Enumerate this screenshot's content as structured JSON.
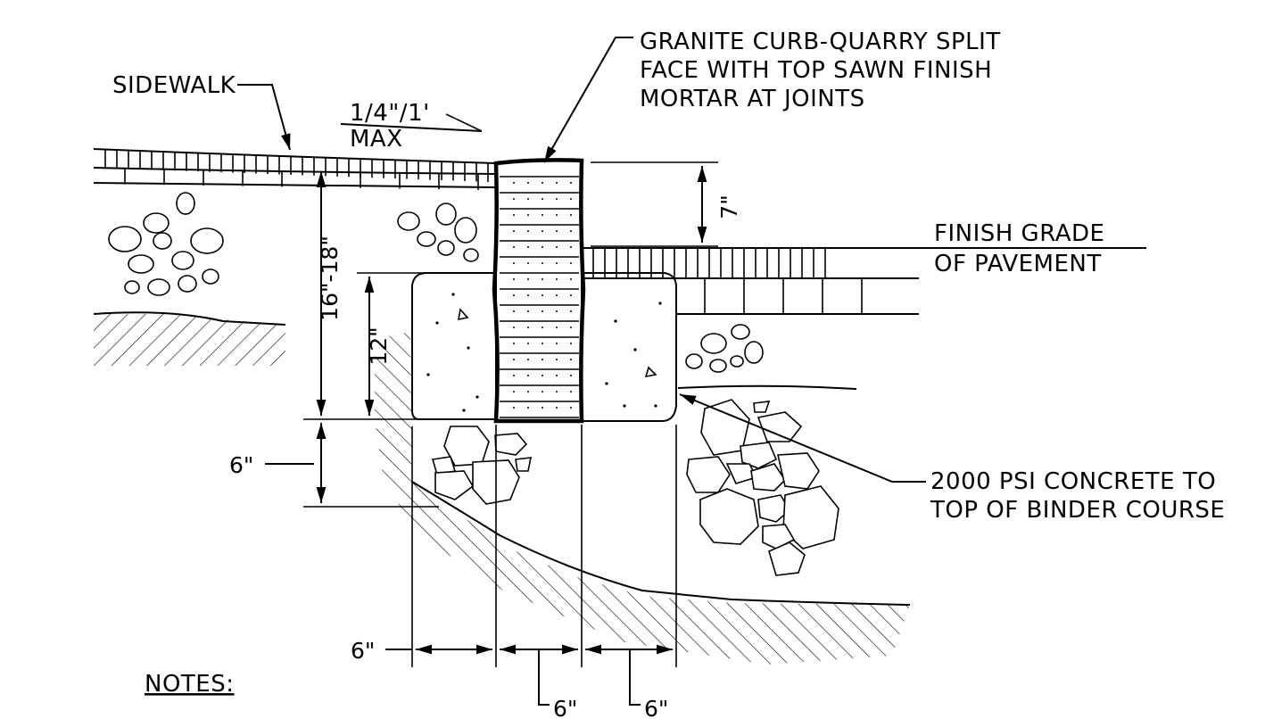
{
  "labels": {
    "sidewalk": "SIDEWALK",
    "slope_top": "1/4\"/1'",
    "slope_bottom": "MAX",
    "curb_line1": "GRANITE CURB-QUARRY SPLIT",
    "curb_line2": "FACE WITH TOP SAWN FINISH",
    "curb_line3": "MORTAR AT JOINTS",
    "grade_line1": "FINISH GRADE",
    "grade_line2": "OF PAVEMENT",
    "concrete_line1": "2000 PSI CONCRETE TO",
    "concrete_line2": "TOP OF BINDER COURSE",
    "notes": "NOTES:"
  },
  "dimensions": {
    "reveal": "7\"",
    "curb_height": "16\"-18\"",
    "concrete_depth": "12\"",
    "base_depth": "6\"",
    "left_width": "6\"",
    "curb_width": "6\"",
    "right_width": "6\""
  }
}
